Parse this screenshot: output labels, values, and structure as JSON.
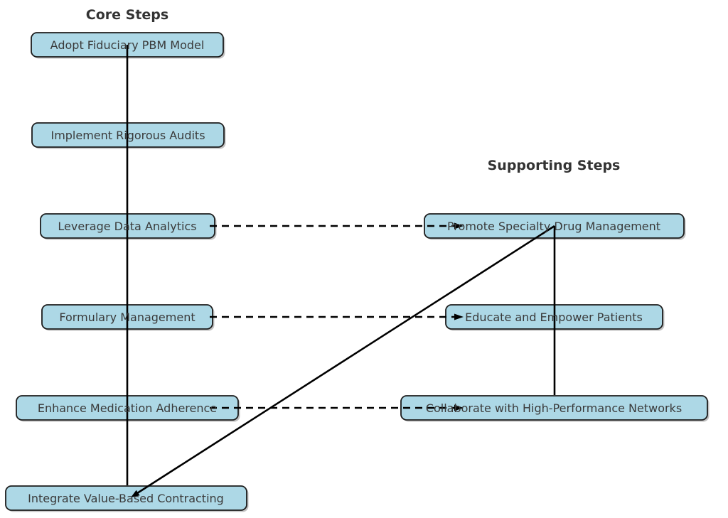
{
  "diagram": {
    "core": {
      "title": "Core Steps",
      "nodes": [
        "Adopt Fiduciary PBM Model",
        "Implement Rigorous Audits",
        "Leverage Data Analytics",
        "Formulary Management",
        "Enhance Medication Adherence",
        "Integrate Value-Based Contracting"
      ]
    },
    "supporting": {
      "title": "Supporting Steps",
      "nodes": [
        "Promote Specialty Drug Management",
        "Educate and Empower Patients",
        "Collaborate with High-Performance Networks"
      ]
    },
    "edges": [
      {
        "from": "Adopt Fiduciary PBM Model",
        "to": "Implement Rigorous Audits",
        "style": "solid"
      },
      {
        "from": "Implement Rigorous Audits",
        "to": "Leverage Data Analytics",
        "style": "solid"
      },
      {
        "from": "Leverage Data Analytics",
        "to": "Formulary Management",
        "style": "solid"
      },
      {
        "from": "Formulary Management",
        "to": "Enhance Medication Adherence",
        "style": "solid"
      },
      {
        "from": "Enhance Medication Adherence",
        "to": "Integrate Value-Based Contracting",
        "style": "solid"
      },
      {
        "from": "Leverage Data Analytics",
        "to": "Promote Specialty Drug Management",
        "style": "dashed-arrow"
      },
      {
        "from": "Formulary Management",
        "to": "Educate and Empower Patients",
        "style": "dashed-arrow"
      },
      {
        "from": "Enhance Medication Adherence",
        "to": "Collaborate with High-Performance Networks",
        "style": "dashed-arrow"
      },
      {
        "from": "Promote Specialty Drug Management",
        "to": "Educate and Empower Patients",
        "style": "solid"
      },
      {
        "from": "Educate and Empower Patients",
        "to": "Collaborate with High-Performance Networks",
        "style": "solid"
      },
      {
        "from": "Promote Specialty Drug Management",
        "to": "Integrate Value-Based Contracting",
        "style": "solid-arrow"
      }
    ],
    "colors": {
      "node_fill": "#add8e6",
      "node_border": "#1c1c1c",
      "node_text": "#3a3a3a",
      "title_text": "#333333",
      "edge": "#000000",
      "background": "#ffffff"
    }
  }
}
